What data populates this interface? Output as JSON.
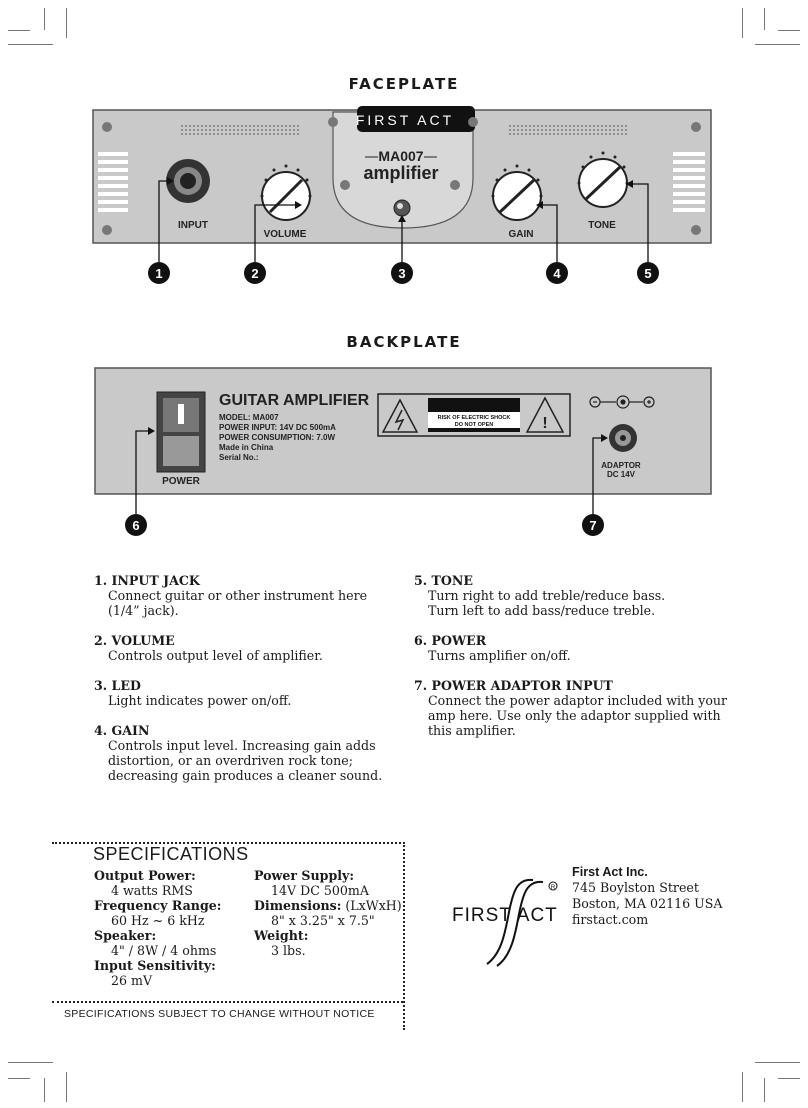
{
  "faceplate": {
    "title": "FACEPLATE",
    "brand_badge": "FIRST ACT",
    "model": "MA007",
    "product": "amplifier",
    "labels": {
      "input": "INPUT",
      "volume": "VOLUME",
      "gain": "GAIN",
      "tone": "TONE"
    },
    "callouts": [
      "1",
      "2",
      "3",
      "4",
      "5"
    ]
  },
  "backplate": {
    "title": "BACKPLATE",
    "heading": "GUITAR AMPLIFIER",
    "model_line": "MODEL: MA007",
    "power_input": "POWER INPUT: 14V DC 500mA",
    "power_consumption": "POWER CONSUMPTION: 7.0W",
    "made_in": "Made in China",
    "serial": "Serial No.:",
    "warning_line1": "RISK OF ELECTRIC SHOCK",
    "warning_line2": "DO NOT OPEN",
    "power_label": "POWER",
    "adaptor_line1": "ADAPTOR",
    "adaptor_line2": "DC 14V",
    "callouts": [
      "6",
      "7"
    ]
  },
  "items": [
    {
      "heading": "1. INPUT JACK",
      "body": [
        "Connect guitar or other instrument here",
        "(1/4” jack)."
      ]
    },
    {
      "heading": "2. VOLUME",
      "body": [
        "Controls output level of amplifier."
      ]
    },
    {
      "heading": "3. LED",
      "body": [
        "Light indicates power on/off."
      ]
    },
    {
      "heading": "4. GAIN",
      "body": [
        "Controls input level. Increasing gain adds",
        "distortion, or an overdriven rock tone;",
        "decreasing gain produces a cleaner sound."
      ]
    },
    {
      "heading": "5. TONE",
      "body": [
        "Turn right to add treble/reduce bass.",
        "Turn left to add bass/reduce treble."
      ]
    },
    {
      "heading": "6. POWER",
      "body": [
        "Turns amplifier on/off."
      ]
    },
    {
      "heading": "7. POWER ADAPTOR INPUT",
      "body": [
        "Connect the power adaptor included with your",
        "amp here. Use only the adaptor supplied with",
        "this amplifier."
      ]
    }
  ],
  "specs": {
    "title": "SPECIFICATIONS",
    "left": [
      {
        "key": "Output Power:",
        "value": "4 watts RMS"
      },
      {
        "key": "Frequency Range:",
        "value": "60 Hz ~ 6 kHz"
      },
      {
        "key": "Speaker:",
        "value": "4\" / 8W / 4 ohms"
      },
      {
        "key": "Input Sensitivity:",
        "value": "26 mV"
      }
    ],
    "right": [
      {
        "key": "Power Supply:",
        "value": "14V DC 500mA"
      },
      {
        "key": "Dimensions:",
        "key_suffix": " (LxWxH)",
        "value": "8\" x 3.25\" x 7.5\""
      },
      {
        "key": "Weight:",
        "value": "3 lbs."
      }
    ],
    "note": "SPECIFICATIONS SUBJECT TO CHANGE WITHOUT NOTICE"
  },
  "company": {
    "logo": "FIRST ACT",
    "name": "First Act Inc.",
    "address1": "745 Boylston Street",
    "address2": "Boston, MA 02116 USA",
    "web": "firstact.com"
  }
}
